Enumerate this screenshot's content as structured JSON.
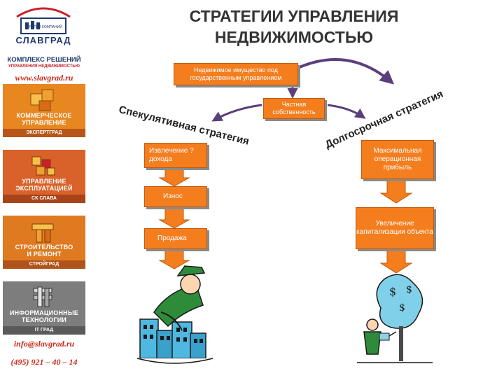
{
  "title": "СТРАТЕГИИ УПРАВЛЕНИЯ НЕДВИЖИМОСТЬЮ",
  "title_lines": [
    "СТРАТЕГИИ УПРАВЛЕНИЯ",
    "НЕДВИЖИМОСТЬЮ"
  ],
  "sidebar": {
    "logo_top_text": "ГРУППА КОМПАНИЙ",
    "logo_name": "СЛАВГРАД",
    "brand_line1": "КОМПЛЕКС РЕШЕНИЙ",
    "brand_line2": "УПРАВЛЕНИЯ НЕДВИЖИМОСТЬЮ",
    "site": "www.slavgrad.ru",
    "tiles": [
      {
        "label1": "КОММЕРЧЕСКОЕ",
        "label2": "УПРАВЛЕНИЕ",
        "sub": "ЭКСПЕРТГРАД",
        "color": "#e8861f"
      },
      {
        "label1": "УПРАВЛЕНИЕ",
        "label2": "ЭКСПЛУАТАЦИЕЙ",
        "sub": "СК СЛАВА",
        "color": "#d9622a"
      },
      {
        "label1": "СТРОИТЕЛЬСТВО",
        "label2": "И РЕМОНТ",
        "sub": "СТРОЙГРАД",
        "color": "#e07a20"
      },
      {
        "label1": "ИНФОРМАЦИОННЫЕ",
        "label2": "ТЕХНОЛОГИИ",
        "sub": "IT ГРАД",
        "color": "#7d7d7d"
      }
    ],
    "email": "info@slavgrad.ru",
    "phone": "(495) 921 – 40 – 14"
  },
  "diagram": {
    "state_box": "Недвижимое имущество под государственным управлением",
    "private_box": "Частная собственность",
    "left_strategy": "Спекулятивная стратегия",
    "right_strategy": "Долгосрочная стратегия",
    "left_steps": [
      "Извлечение ? дохода",
      "Износ",
      "Продажа"
    ],
    "right_steps": [
      "Максимальная операционная прибыль",
      "Увеличение капитализации объекта"
    ]
  },
  "colors": {
    "box_orange": "#f47d1e",
    "arrow_orange": "#f47d1e",
    "arc_purple": "#5a3f7a",
    "title": "#333333"
  }
}
